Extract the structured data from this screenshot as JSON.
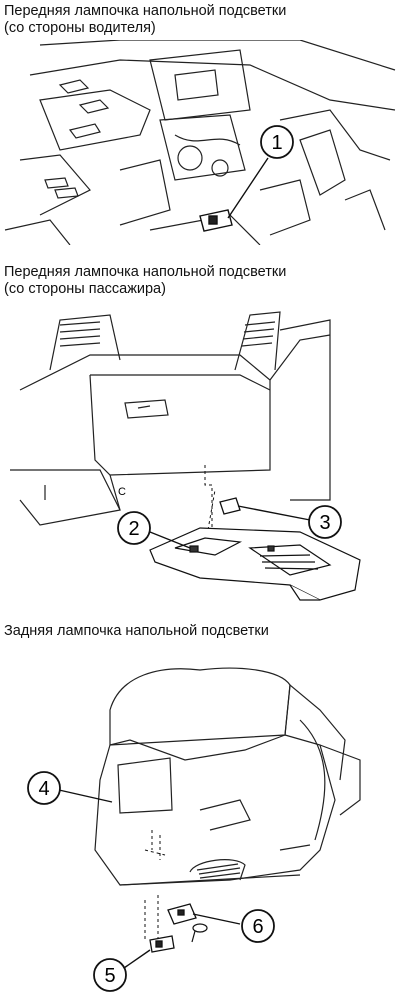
{
  "sections": [
    {
      "title_line1": "Передняя лампочка напольной подсветки",
      "title_line2": "(со стороны водителя)"
    },
    {
      "title_line1": "Передняя лампочка напольной подсветки",
      "title_line2": "(со стороны пассажира)"
    },
    {
      "title_line1": "Задняя лампочка напольной подсветки"
    }
  ],
  "callouts": [
    "1",
    "2",
    "3",
    "4",
    "5",
    "6"
  ],
  "symbols": {
    "glovebox_marker": "C"
  }
}
